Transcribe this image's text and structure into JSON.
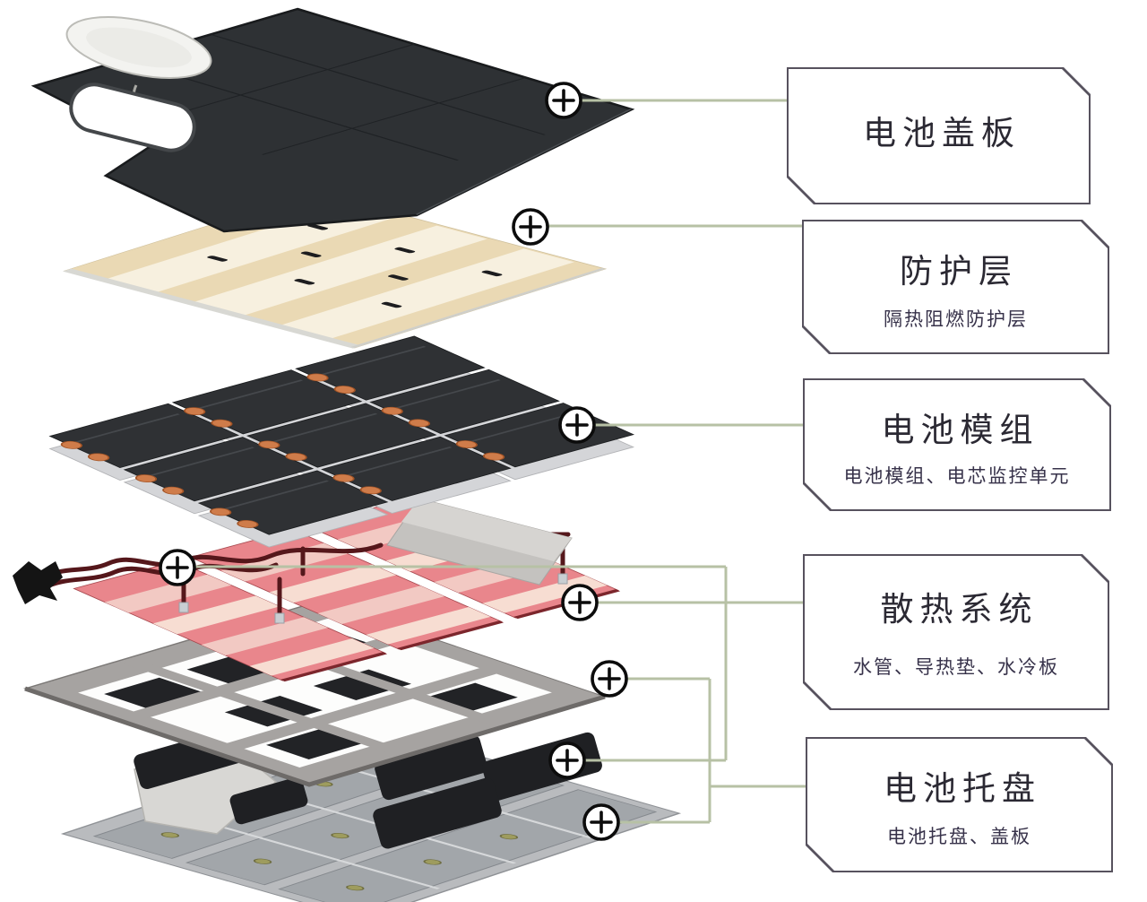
{
  "diagram": {
    "style": {
      "background": "#ffffff",
      "leader_line_color": "#b7c1a5",
      "label_border_color": "#57525e",
      "title_color": "#2b2933",
      "subtitle_color": "#37324a",
      "marker_symbol": "circled-cross"
    },
    "layers": [
      {
        "key": "battery-cover",
        "title": "电池盖板",
        "subtitle": "",
        "marker_count": 1,
        "swatch": "#2e3134"
      },
      {
        "key": "protective-layer",
        "title": "防护层",
        "subtitle": "隔热阻燃防护层",
        "marker_count": 1,
        "swatch": "#ead9b4"
      },
      {
        "key": "battery-module",
        "title": "电池模组",
        "subtitle": "电池模组、电芯监控单元",
        "marker_count": 1,
        "swatch": "#2f3134"
      },
      {
        "key": "cooling-system",
        "title": "散热系统",
        "subtitle": "水管、导热垫、水冷板",
        "marker_count": 3,
        "swatch": "#e9868c"
      },
      {
        "key": "battery-tray",
        "title": "电池托盘",
        "subtitle": "电池托盘、盖板",
        "marker_count": 2,
        "swatch": "#b9bbbe"
      }
    ]
  }
}
